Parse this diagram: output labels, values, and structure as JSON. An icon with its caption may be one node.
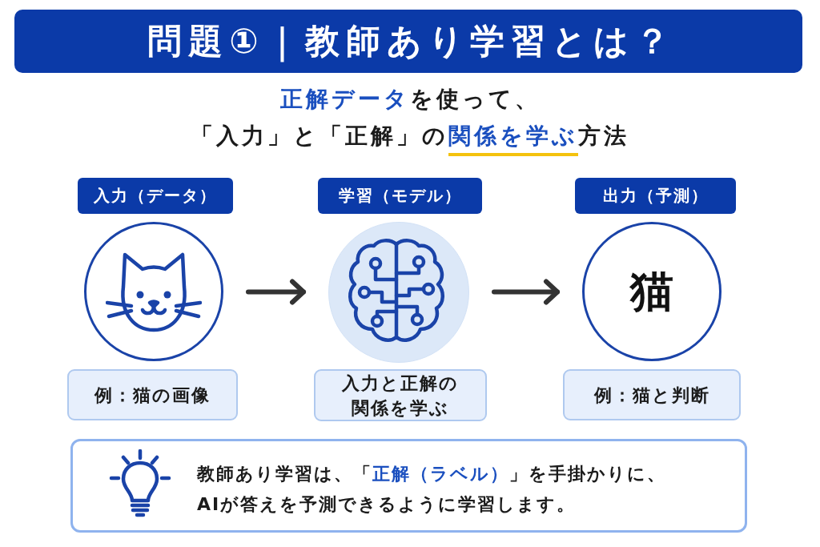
{
  "diagram": {
    "title": "問題①｜教師あり学習とは？",
    "nodes": [
      {
        "text": [
          "入力（データ）"
        ]
      },
      {
        "text": [],
        "shape": "circle"
      },
      {
        "text": [
          "例：猫の画像"
        ]
      },
      {
        "text": [
          "学習（モデル）"
        ]
      },
      {
        "text": [],
        "shape": "circle"
      },
      {
        "text": [
          "入力と正解の関係を学ぶ"
        ]
      },
      {
        "text": [
          "出力（予測）"
        ]
      },
      {
        "text": [
          "猫"
        ]
      },
      {
        "text": [
          "例：猫と判断"
        ]
      },
      {
        "text": [
          "教師あり学習は、「**正解（ラベル）**」を手掛かりに、AIが答えを予測できるように学習します。"
        ]
      }
    ],
    "edges": [
      {
        "from": 1,
        "to": 4,
        "arrow": "to"
      },
      {
        "from": 4,
        "to": 7,
        "arrow": "to"
      }
    ],
    "labels": [
      "**正解データ**を使って、「入力」と「正解」の**関係を学ぶ**方法"
    ]
  }
}
